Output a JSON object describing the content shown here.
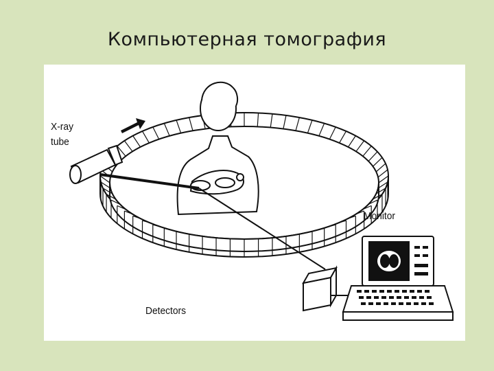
{
  "slide": {
    "title": "Компьютерная томография"
  },
  "diagram": {
    "labels": {
      "xray_tube_line1": "X-ray",
      "xray_tube_line2": "tube",
      "monitor": "Monitor",
      "detectors": "Detectors"
    }
  }
}
